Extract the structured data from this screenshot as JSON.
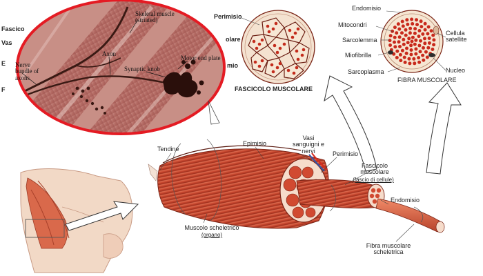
{
  "microscope_inset": {
    "labels": {
      "skeletal_muscle": "Skeletal muscle (striated)",
      "nerve_bundle": "Nerve bundle of axons",
      "axon": "Axon",
      "synaptic_knob": "Synaptic knob",
      "motor_end_plate": "Motor end plate"
    }
  },
  "partially_hidden_labels": {
    "fascicolo_top": "Fascico",
    "vasi_fragment": "Vas",
    "epimisio_fragment": "E",
    "fascicolo_fragment": "olare",
    "perimisio_fragment": "mio",
    "fibra_fragment": "F"
  },
  "fascicolo_cross_section": {
    "perimisio": "Perimisio",
    "caption": "FASCICOLO MUSCOLARE"
  },
  "fibra_cross_section": {
    "endomisio": "Endomisio",
    "mitocondri": "Mitocondri",
    "cellula_satellite": "Cellula satellite",
    "sarcolemma": "Sarcolemma",
    "miofibrilla": "Miofibrilla",
    "sarcoplasma": "Sarcoplasma",
    "nucleo": "Nucleo",
    "caption": "FIBRA MUSCOLARE"
  },
  "muscle_structure": {
    "tendine": "Tendine",
    "epimisio": "Epimisio",
    "vasi": "Vasi sanguigni e nervi",
    "perimisio": "Perimisio",
    "fascicolo": "Fascicolo muscolare",
    "fascicolo_sub": "(fascio di cellule)",
    "endomisio": "Endomisio",
    "muscolo": "Muscolo scheletrico",
    "muscolo_sub": "(organo)",
    "fibra": "Fibra muscolare scheletrica"
  },
  "colors": {
    "inset_border": "#e41b23",
    "muscle": "#d2573c",
    "muscle_dark": "#8c2418",
    "tissue_bg": "#b9706a",
    "nerve": "#3a1a14",
    "cell_red": "#c0281e",
    "skin": "#f1d6c2",
    "arrow_fill": "#ffffff"
  }
}
